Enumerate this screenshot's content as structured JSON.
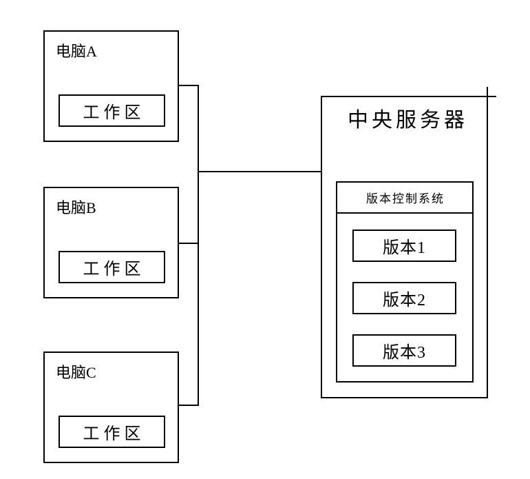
{
  "diagram": {
    "computers": [
      {
        "label": "电脑A",
        "workspace_label": "工作区"
      },
      {
        "label": "电脑B",
        "workspace_label": "工作区"
      },
      {
        "label": "电脑C",
        "workspace_label": "工作区"
      }
    ],
    "server": {
      "title": "中央服务器",
      "vcs": {
        "title": "版本控制系统",
        "versions": [
          {
            "label": "版本1"
          },
          {
            "label": "版本2"
          },
          {
            "label": "版本3"
          }
        ]
      }
    },
    "colors": {
      "line": "#000000",
      "background": "#ffffff"
    }
  }
}
